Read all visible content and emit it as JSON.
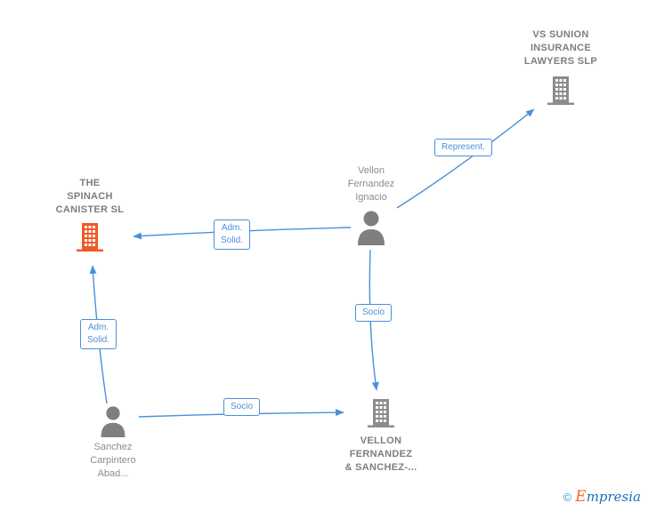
{
  "nodes": {
    "vs_sunion": {
      "name": "VS SUNION INSURANCE LAWYERS SLP",
      "lines": [
        "VS SUNION",
        "INSURANCE",
        "LAWYERS  SLP"
      ],
      "type": "building",
      "icon_color": "#8c8c8c"
    },
    "spinach": {
      "name": "THE SPINACH CANISTER SL",
      "lines": [
        "THE",
        "SPINACH",
        "CANISTER  SL"
      ],
      "type": "building",
      "icon_color": "#f05a28"
    },
    "vellon_ignacio": {
      "name": "Vellon Fernandez Ignacio",
      "lines": [
        "Vellon",
        "Fernandez",
        "Ignacio"
      ],
      "type": "person",
      "icon_color": "#7f7f7f"
    },
    "sanchez": {
      "name": "Sanchez Carpintero Abad...",
      "lines": [
        "Sanchez",
        "Carpintero",
        "Abad..."
      ],
      "type": "person",
      "icon_color": "#7f7f7f"
    },
    "vellon_sanchez": {
      "name": "VELLON FERNANDEZ & SANCHEZ-...",
      "lines": [
        "VELLON",
        "FERNANDEZ",
        "& SANCHEZ-..."
      ],
      "type": "building",
      "icon_color": "#8c8c8c"
    }
  },
  "edges": {
    "represent": {
      "label": "Represent.",
      "from": "Vellon Fernandez Ignacio",
      "to": "VS SUNION INSURANCE LAWYERS SLP"
    },
    "adm_solid_top": {
      "label": "Adm. Solid.",
      "line1": "Adm.",
      "line2": "Solid.",
      "from": "Vellon Fernandez Ignacio",
      "to": "THE SPINACH CANISTER SL"
    },
    "socio_vertical": {
      "label": "Socio",
      "from": "Vellon Fernandez Ignacio",
      "to": "VELLON FERNANDEZ & SANCHEZ-..."
    },
    "adm_solid_left": {
      "label": "Adm. Solid.",
      "line1": "Adm.",
      "line2": "Solid.",
      "from": "Sanchez Carpintero Abad...",
      "to": "THE SPINACH CANISTER SL"
    },
    "socio_horizontal": {
      "label": "Socio",
      "from": "Sanchez Carpintero Abad...",
      "to": "VELLON FERNANDEZ & SANCHEZ-..."
    }
  },
  "colors": {
    "edge_blue": "#4a90d9",
    "company_label_gray": "#7d7d7d",
    "person_label_gray": "#8c8c8c",
    "spinach_orange": "#f05a28",
    "icon_gray": "#7f7f7f"
  },
  "footer": {
    "copyright_symbol": "©",
    "brand_initial": "E",
    "brand_rest": "mpresia"
  }
}
